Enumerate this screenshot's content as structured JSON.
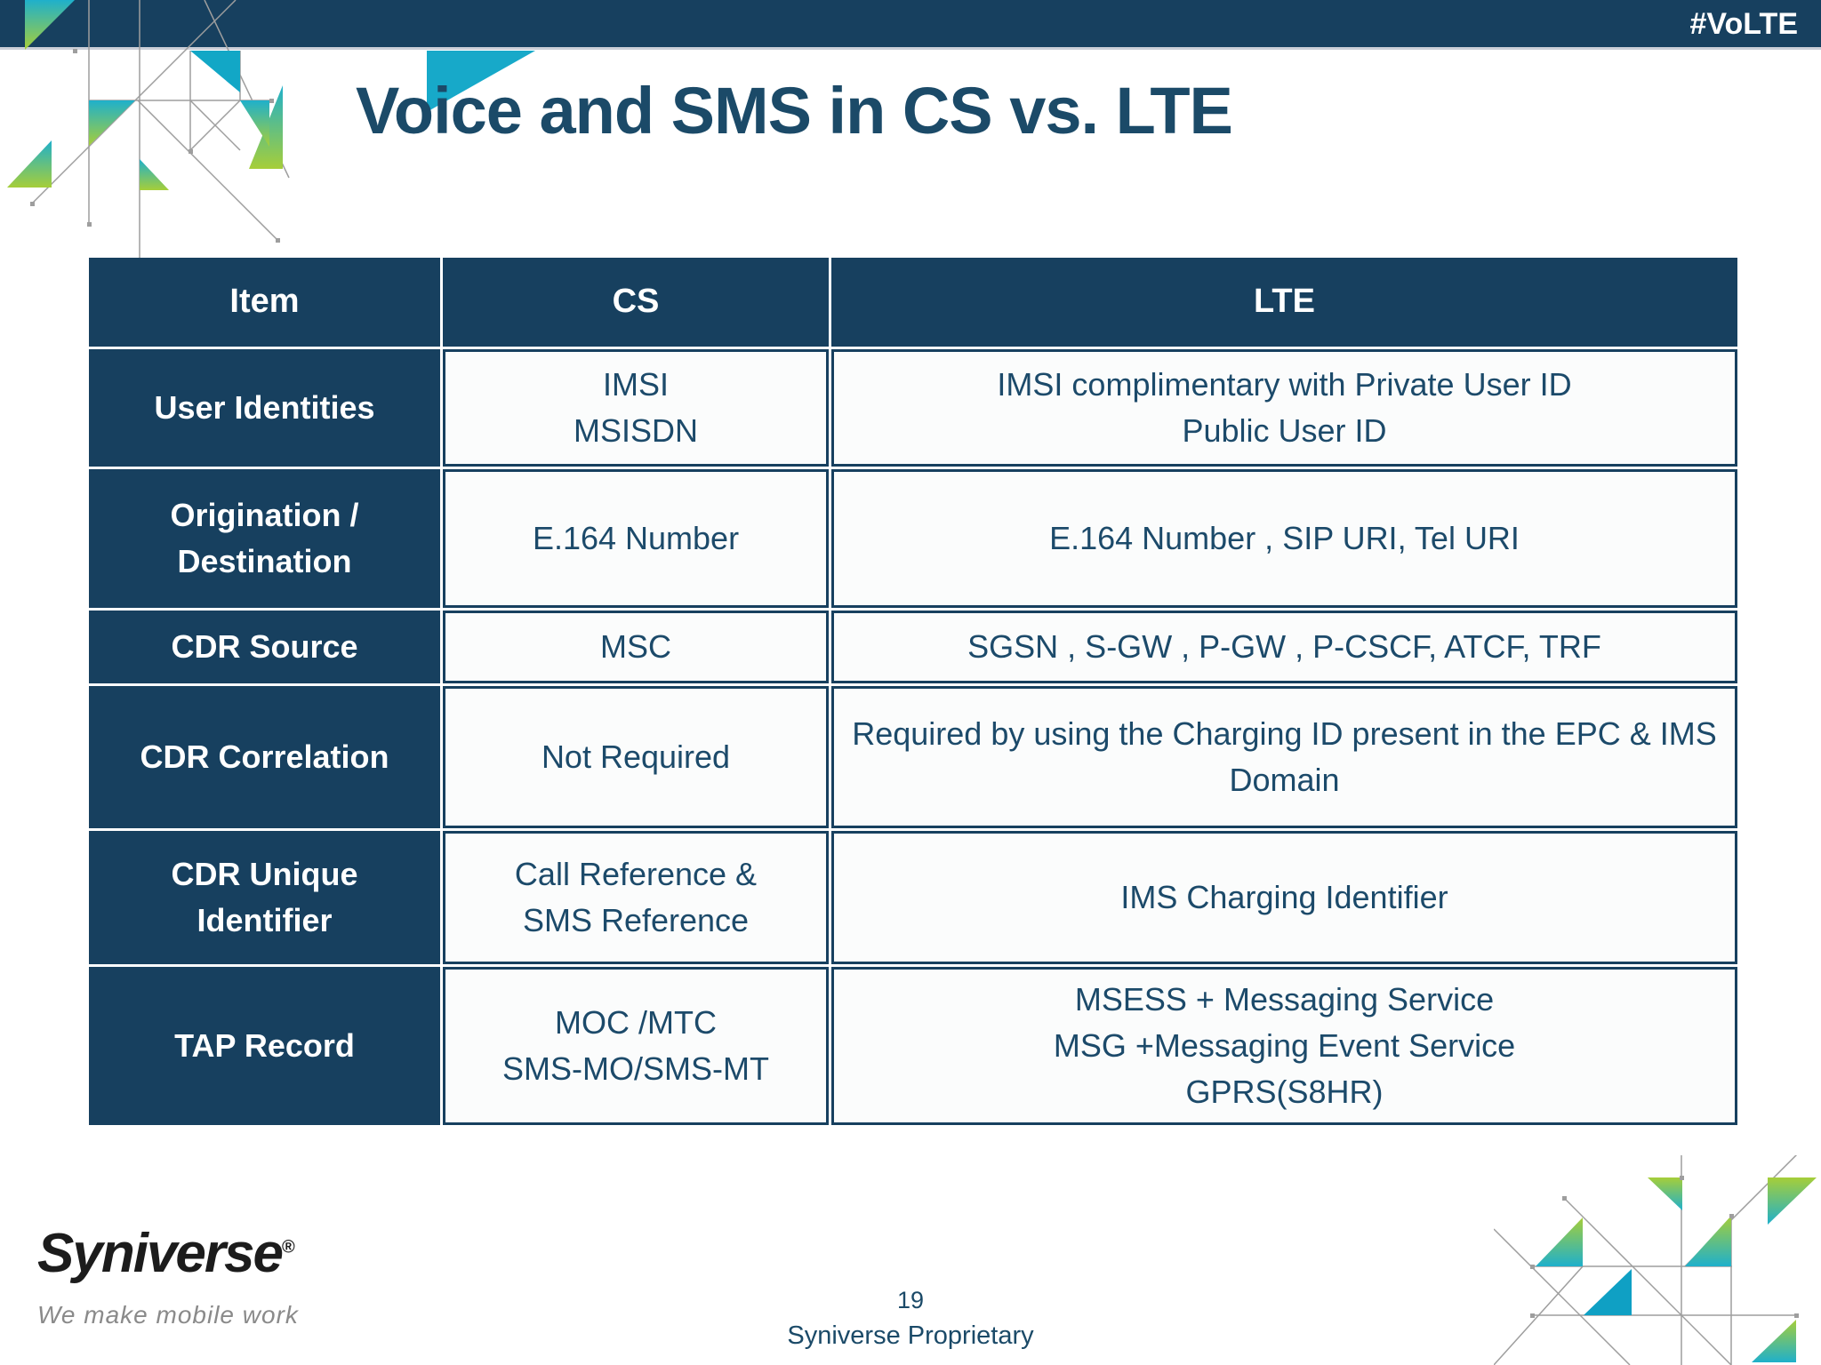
{
  "top_bar": {
    "hashtag": "#VoLTE"
  },
  "title": "Voice and SMS in CS vs. LTE",
  "table": {
    "headers": [
      "Item",
      "CS",
      "LTE"
    ],
    "rows": [
      {
        "item": "User Identities",
        "cs": "IMSI\nMSISDN",
        "lte": "IMSI complimentary with Private User ID\nPublic User ID"
      },
      {
        "item": "Origination /\nDestination",
        "cs": "E.164 Number",
        "lte": "E.164 Number , SIP URI, Tel URI"
      },
      {
        "item": "CDR Source",
        "cs": "MSC",
        "lte": "SGSN , S-GW , P-GW , P-CSCF, ATCF, TRF"
      },
      {
        "item": "CDR Correlation",
        "cs": "Not Required",
        "lte": "Required by using the Charging ID present in the EPC & IMS Domain"
      },
      {
        "item": "CDR Unique\nIdentifier",
        "cs": "Call Reference &\nSMS Reference",
        "lte": "IMS Charging Identifier"
      },
      {
        "item": "TAP Record",
        "cs": "MOC /MTC\nSMS-MO/SMS-MT",
        "lte": "MSESS + Messaging Service\nMSG +Messaging Event Service\nGPRS(S8HR)"
      }
    ]
  },
  "footer": {
    "logo_text": "Syniverse",
    "logo_reg": "®",
    "tagline": "We make mobile work",
    "page_number": "19",
    "proprietary": "Syniverse Proprietary"
  },
  "colors": {
    "navy": "#17405F",
    "cell_text": "#1C4A6A",
    "accent_teal": "#1FB0CB",
    "accent_green": "#A6CE39",
    "accent_blue": "#0FA0C4",
    "line_gray": "#9E9E9E"
  }
}
